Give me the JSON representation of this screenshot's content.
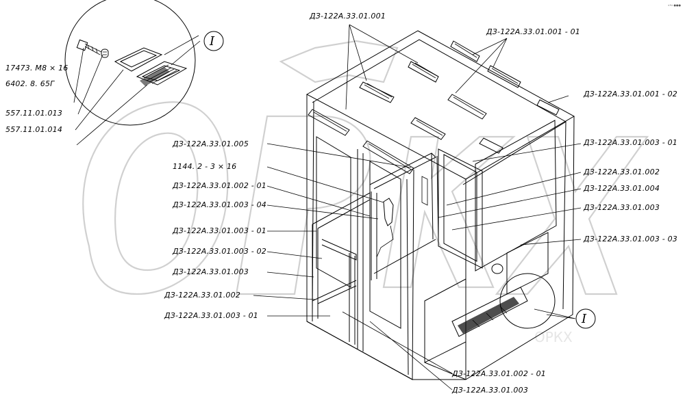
{
  "page_corner_mark": "«•» ●●●",
  "watermark_text": "ОРКХ",
  "callout_marker": "I",
  "labels_left": [
    "17473. M8 × 16",
    "6402. 8. 65Г",
    "557.11.01.013",
    "557.11.01.014",
    "ДЗ-122А.33.01.005",
    "1144. 2 - 3 × 16",
    "ДЗ-122А.33.01.002 - 01",
    "ДЗ-122А.33.01.003 - 04",
    "ДЗ-122А.33.01.003 - 01",
    "ДЗ-122А.33.01.003 - 02",
    "ДЗ-122А.33.01.003",
    "ДЗ-122А.33.01.002",
    "ДЗ-122А.33.01.003 - 01"
  ],
  "labels_top": [
    "ДЗ-122А.33.01.001",
    "ДЗ-122А.33.01.001 - 01"
  ],
  "labels_right": [
    "ДЗ-122А.33.01.001 - 02",
    "ДЗ-122А.33.01.003 - 01",
    "ДЗ-122А.33.01.002",
    "ДЗ-122А.33.01.004",
    "ДЗ-122А.33.01.003",
    "ДЗ-122А.33.01.003 - 03"
  ],
  "labels_bottom": [
    "ДЗ-122А.33.01.002 - 01",
    "ДЗ-122А.33.01.003"
  ]
}
